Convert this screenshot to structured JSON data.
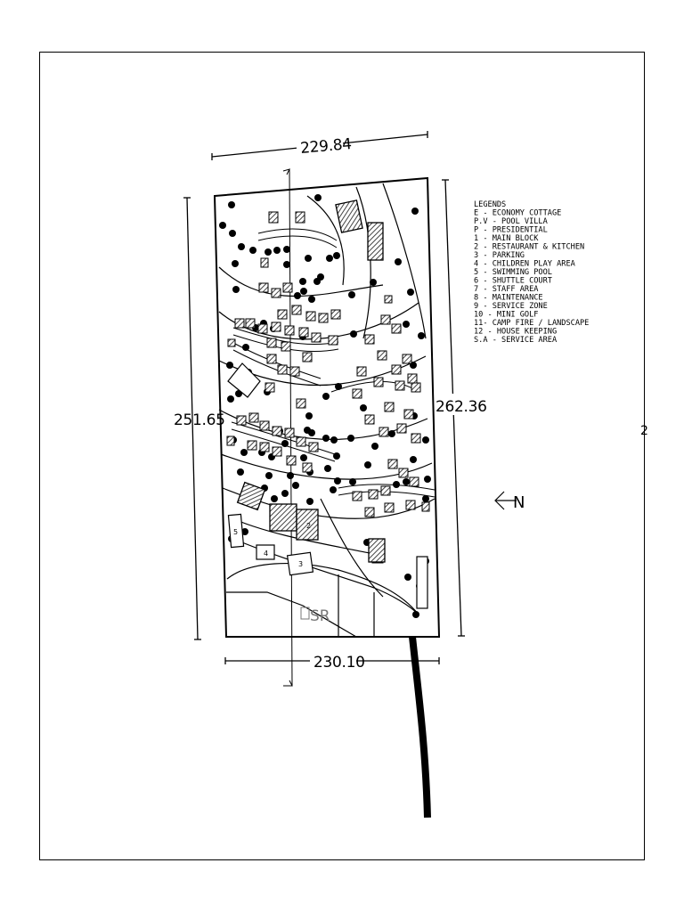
{
  "dimensions": {
    "top": "229.84",
    "right": "262.36",
    "left": "251.65",
    "bottom": "230.10"
  },
  "legend": {
    "title": "LEGENDS",
    "items": [
      "E - ECONOMY COTTAGE",
      "P.V - POOL VILLA",
      "P - PRESIDENTIAL",
      "1 - MAIN BLOCK",
      "2 - RESTAURANT & KITCHEN",
      "3 - PARKING",
      "4 - CHILDREN PLAY AREA",
      "5 - SWIMMING POOL",
      "6 - SHUTTLE COURT",
      "7 - STAFF AREA",
      "8 - MAINTENANCE",
      "9 - SERVICE ZONE",
      "10 - MINI GOLF",
      "11- CAMP FIRE / LANDSCAPE",
      "12 - HOUSE KEEPING",
      "S.A - SERVICE AREA"
    ]
  },
  "north_label": "N",
  "right_edge_text": "2",
  "zone_label": "SR",
  "block_labels": {
    "pool": "5",
    "play": "4",
    "parking": "3",
    "restaurant": "2"
  },
  "colors": {
    "ink": "#000000",
    "hatch": "#555555",
    "faint": "#888888"
  }
}
